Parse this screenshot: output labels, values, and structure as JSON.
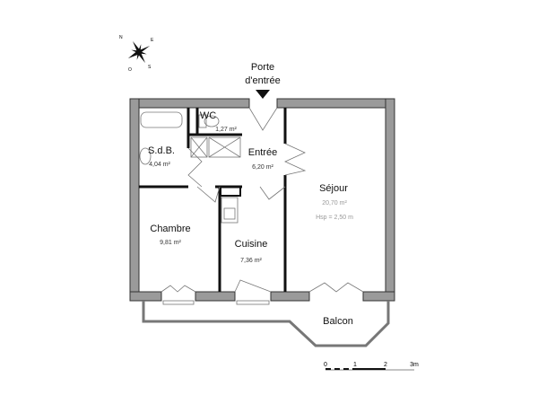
{
  "entrance": {
    "line1": "Porte",
    "line2": "d'entrée"
  },
  "rooms": {
    "wc": {
      "name": "WC",
      "area": "1,27 m²"
    },
    "sdb": {
      "name": "S.d.B.",
      "area": "4,04 m²"
    },
    "entree": {
      "name": "Entrée",
      "area": "6,20 m²"
    },
    "sejour": {
      "name": "Séjour",
      "area": "20,70 m²",
      "height": "Hsp = 2,50 m"
    },
    "chambre": {
      "name": "Chambre",
      "area": "9,81 m²"
    },
    "cuisine": {
      "name": "Cuisine",
      "area": "7,36 m²"
    },
    "balcon": {
      "name": "Balcon"
    }
  },
  "scale": {
    "ticks": [
      "0",
      "1",
      "2",
      "3m"
    ]
  },
  "icons": {
    "compass": "compass-rose-icon",
    "entry_arrow": "arrow-down-icon"
  }
}
